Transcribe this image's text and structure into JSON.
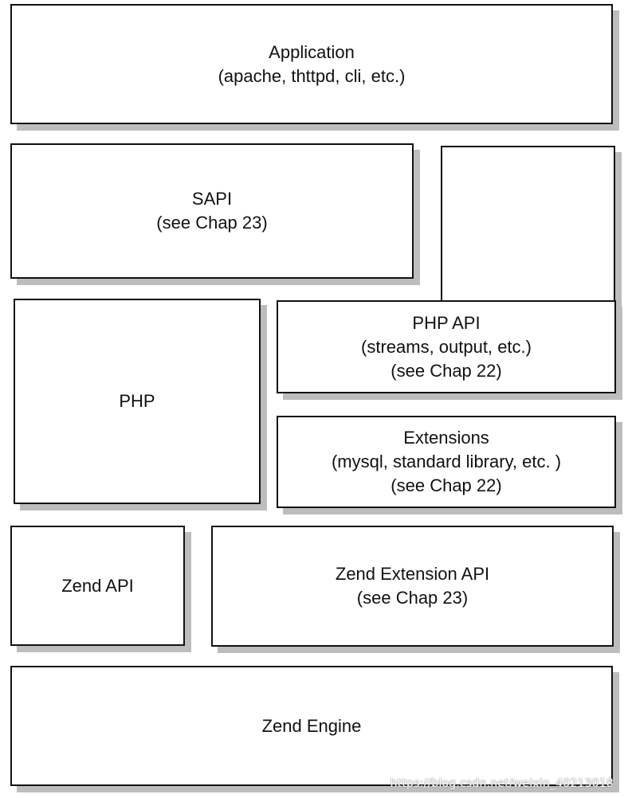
{
  "layers": {
    "application": {
      "title": "Application",
      "subtitle": "(apache, thttpd, cli, etc.)"
    },
    "sapi": {
      "title": "SAPI",
      "subtitle": "(see Chap 23)"
    },
    "php": {
      "title": "PHP"
    },
    "php_api": {
      "title": "PHP API",
      "subtitle": "(streams, output, etc.)",
      "note": "(see Chap 22)"
    },
    "extensions": {
      "title": "Extensions",
      "subtitle": "(mysql, standard library, etc. )",
      "note": "(see Chap 22)"
    },
    "zend_api": {
      "title": "Zend API"
    },
    "zend_extension_api": {
      "title": "Zend Extension API",
      "subtitle": "(see Chap 23)"
    },
    "zend_engine": {
      "title": "Zend Engine"
    }
  },
  "watermark": "https://blog.csdn.net/weixin_40213018",
  "colors": {
    "border": "#111111",
    "shadow": "#bdbdbd",
    "background": "#ffffff"
  }
}
